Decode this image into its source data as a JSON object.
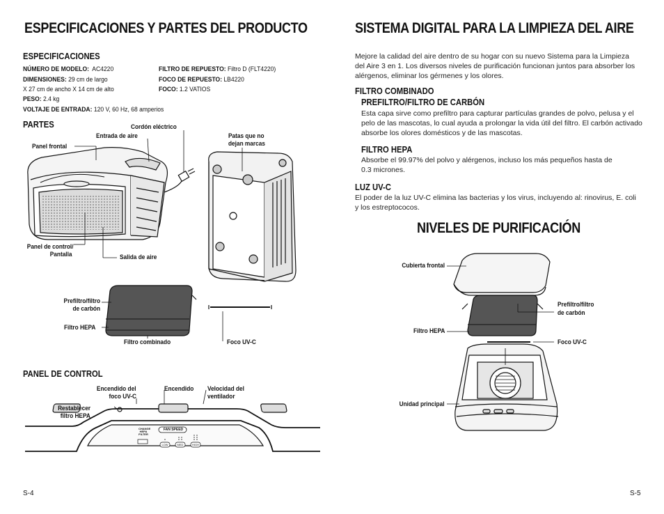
{
  "left": {
    "title": "ESPECIFICACIONES Y PARTES DEL PRODUCTO",
    "specs_heading": "ESPECIFICACIONES",
    "model_label": "NÚMERO DE MODELO:",
    "model_value": "AC4220",
    "dimensions_label": "DIMENSIONES:",
    "dimensions_value_1": "29 cm de largo",
    "dimensions_value_2": "X 27 cm de ancho X 14 cm de alto",
    "weight_label": "PESO:",
    "weight_value": "2.4 kg",
    "voltage_label": "VOLTAJE DE ENTRADA:",
    "voltage_value": "120 V, 60 Hz, 68 amperios",
    "filter_label": "FILTRO DE REPUESTO:",
    "filter_value": "Filtro D (FLT4220)",
    "bulb_label": "FOCO DE REPUESTO:",
    "bulb_value": "LB4220",
    "focus_label": "FOCO:",
    "focus_value": "1.2 VATIOS",
    "parts_heading": "PARTES",
    "callouts": {
      "power_cord": "Cordón eléctrico",
      "air_inlet": "Entrada de aire",
      "front_panel": "Panel frontal",
      "feet_1": "Patas que no",
      "feet_2": "dejan marcas",
      "control_panel_1": "Panel de control/",
      "control_panel_2": "Pantalla",
      "air_outlet": "Salida de aire",
      "prefilter_1": "Prefiltro/filtro",
      "prefilter_2": "de carbón",
      "hepa": "Filtro HEPA",
      "combined_filter": "Filtro combinado",
      "uvc_bulb": "Foco UV-C"
    },
    "control_heading": "PANEL DE CONTROL",
    "control_callouts": {
      "uvc_on_1": "Encendido del",
      "uvc_on_2": "foco UV-C",
      "power": "Encendido",
      "fan_1": "Velocidad del",
      "fan_2": "ventilador",
      "reset_1": "Restablecer",
      "reset_2": "filtro HEPA"
    },
    "panel_labels": {
      "change_1": "CHANGE",
      "change_2": "HEPA",
      "change_3": "FILTER",
      "fan_speed": "FAN SPEED",
      "low": "LOW",
      "med": "MED",
      "high": "HIGH"
    },
    "page_number": "S-4"
  },
  "right": {
    "title": "SISTEMA DIGITAL PARA LA LIMPIEZA DEL AIRE",
    "intro_1": "Mejore la calidad del aire dentro de su hogar con su nuevo Sistema para la Limpieza",
    "intro_2": "del Aire 3 en 1. Los diversos niveles de purificación funcionan juntos para absorber los",
    "intro_3": "alérgenos, eliminar los gérmenes y los olores.",
    "combined_heading": "FILTRO COMBINADO",
    "prefilter_heading": "PREFILTRO/FILTRO DE CARBÓN",
    "prefilter_1": "Esta capa sirve como prefiltro para capturar partículas grandes de polvo, pelusa y el",
    "prefilter_2": "pelo de las mascotas, lo cual ayuda a prolongar la vida útil del filtro. El carbón activado",
    "prefilter_3": "absorbe los olores domésticos y de las mascotas.",
    "hepa_heading": "FILTRO HEPA",
    "hepa_1": "Absorbe el 99.97% del polvo y alérgenos, incluso los más pequeños hasta de",
    "hepa_2": "0.3 micrones.",
    "uvc_heading": "LUZ UV-C",
    "uvc_1": "El poder de la luz UV-C elimina las bacterias y los virus, incluyendo al: rinovirus, E. coli",
    "uvc_2": "y los estreptococos.",
    "levels_title": "NIVELES DE PURIFICACIÓN",
    "callouts": {
      "front_cover": "Cubierta frontal",
      "prefilter_1": "Prefiltro/filtro",
      "prefilter_2": "de carbón",
      "hepa": "Filtro HEPA",
      "uvc": "Foco UV-C",
      "main_unit": "Unidad principal"
    },
    "page_number": "S-5"
  }
}
